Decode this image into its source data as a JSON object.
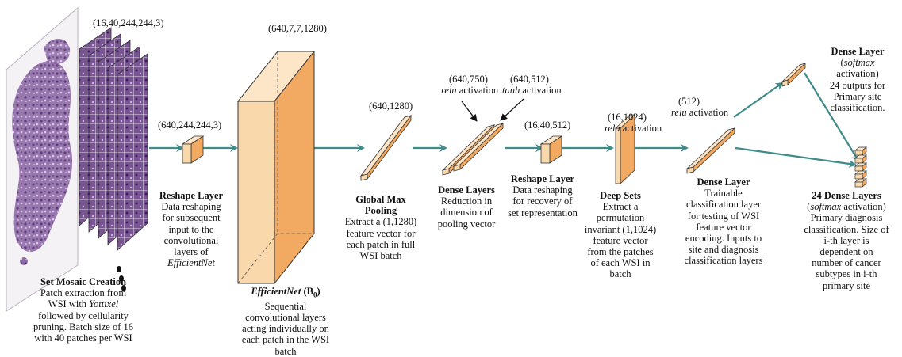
{
  "shapes": {
    "input": "(16,40,244,244,3)",
    "reshape_in": "(640,244,244,3)",
    "efficientnet": "(640,7,7,1280)",
    "pool": "(640,1280)",
    "dense1": "(640,750)",
    "dense2": "(640,512)",
    "reshape_out": "(16,40,512)",
    "deepsets": "(16,1024)",
    "dense_class": "(512)"
  },
  "activations": {
    "relu_a": "relu",
    "relu_a_rest": " activation",
    "tanh": "tanh",
    "tanh_rest": " activation",
    "relu_b": "relu",
    "relu_b_rest": " activation",
    "relu_c": "relu",
    "relu_c_rest": " activation"
  },
  "labels": {
    "mosaic": {
      "title": "Set Mosaic Creation",
      "l1": "Patch extraction from",
      "l2a": "WSI with ",
      "l2b": "Yottixel",
      "l3": "followed by cellularity",
      "l4": "pruning. Batch size of 16",
      "l5": "with 40 patches per WSI"
    },
    "reshape1": {
      "title": "Reshape Layer",
      "l1": "Data reshaping",
      "l2": "for subsequent",
      "l3": "input to the",
      "l4": "convolutional",
      "l5": "layers of",
      "l6": "EfficientNet"
    },
    "effnet": {
      "name": "EfficientNet",
      "suffix": " (B",
      "sub": "0",
      "close": ")",
      "l1": "Sequential",
      "l2": "convolutional layers",
      "l3": "acting individually on",
      "l4": "each patch in the WSI",
      "l5": "batch"
    },
    "pool": {
      "t1": "Global Max",
      "t2": "Pooling",
      "l1": "Extract a (1,1280)",
      "l2": "feature vector for",
      "l3": "each patch in full",
      "l4": "WSI batch"
    },
    "dense": {
      "title": "Dense Layers",
      "l1": "Reduction in",
      "l2": "dimension of",
      "l3": "pooling vector"
    },
    "reshape2": {
      "title": "Reshape Layer",
      "l1": "Data reshaping",
      "l2": "for recovery of",
      "l3": "set representation"
    },
    "deepsets": {
      "title": "Deep Sets",
      "l1": "Extract a",
      "l2": "permutation",
      "l3": "invariant (1,1024)",
      "l4": "feature vector",
      "l5": "from the patches",
      "l6": "of each WSI in",
      "l7": "batch"
    },
    "dense_class": {
      "title": "Dense Layer",
      "l1": "Trainable",
      "l2": "classification layer",
      "l3": "for testing of WSI",
      "l4": "feature vector",
      "l5": "encoding. Inputs to",
      "l6": "site and diagnosis",
      "l7": "classification layers"
    },
    "site": {
      "title": "Dense Layer",
      "l1a": "(",
      "l1b": "softmax",
      "l2": "activation)",
      "l3": "24 outputs for",
      "l4": "Primary site",
      "l5": "classification."
    },
    "diag": {
      "title": "24 Dense Layers",
      "l1a": "(",
      "l1b": "softmax",
      "l1c": " activation)",
      "l2": "Primary diagnosis",
      "l3": "classification. Size of",
      "l4": "i-th  layer is",
      "l5": "dependent on",
      "l6": "number of cancer",
      "l7": "subtypes in i-th",
      "l8": "primary site"
    }
  },
  "colors": {
    "arrow": "#3f8a8a",
    "block_front": "#f9d9ab",
    "block_side": "#f2a962",
    "block_light": "#fde6c8",
    "slide_purple": "#6a3f86"
  }
}
